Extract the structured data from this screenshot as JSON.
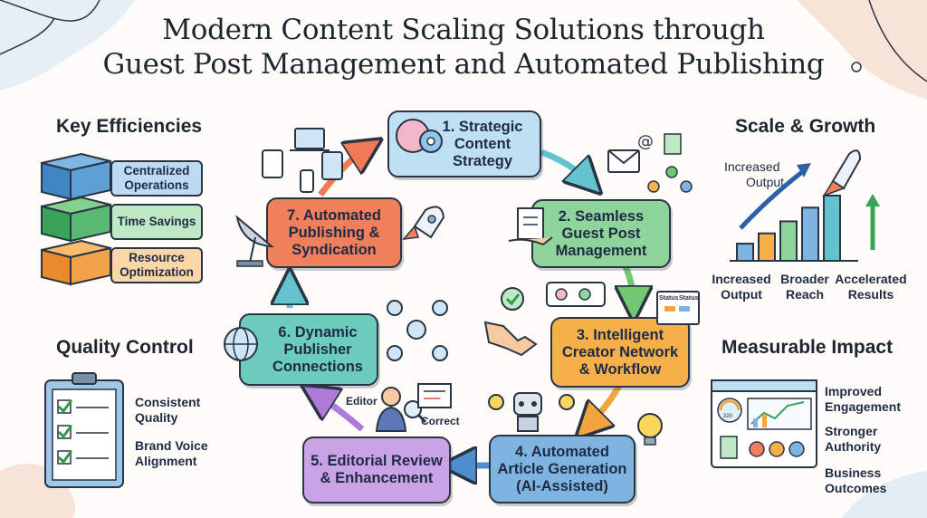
{
  "title": {
    "line1": "Modern Content Scaling Solutions through",
    "line2": "Guest Post Management and Automated Publishing"
  },
  "colors": {
    "blue": "#bfe0f2",
    "green": "#8fd49a",
    "orange": "#f6b04a",
    "dark_blue": "#7fb3e0",
    "purple": "#c9a3e6",
    "teal": "#6ccdbe",
    "coral": "#f07f5c",
    "arrow_teal": "#63c3cf"
  },
  "left": {
    "key_efficiencies": {
      "heading": "Key Efficiencies",
      "items": [
        "Centralized Operations",
        "Time Savings",
        "Resource Optimization"
      ]
    },
    "quality_control": {
      "heading": "Quality Control",
      "items": [
        "Consistent Quality",
        "Brand Voice Alignment"
      ]
    }
  },
  "cycle": {
    "steps": [
      {
        "lines": [
          "1. Strategic",
          "Content",
          "Strategy"
        ]
      },
      {
        "lines": [
          "2. Seamless",
          "Guest Post",
          "Management"
        ]
      },
      {
        "lines": [
          "3. Intelligent",
          "Creator Network",
          "& Workflow"
        ]
      },
      {
        "lines": [
          "4. Automated",
          "Article Generation",
          "(AI-Assisted)"
        ]
      },
      {
        "lines": [
          "5. Editorial Review",
          "& Enhancement"
        ]
      },
      {
        "lines": [
          "6. Dynamic",
          "Publisher",
          "Connections"
        ]
      },
      {
        "lines": [
          "7. Automated",
          "Publishing &",
          "Syndication"
        ]
      }
    ],
    "annotations": {
      "editor": "Editor",
      "correct": "Correct",
      "status1": "Status",
      "status2": "Status"
    }
  },
  "right": {
    "scale_growth": {
      "heading": "Scale & Growth",
      "chart_label": [
        "Increased",
        "Output"
      ],
      "chart_data": {
        "type": "bar",
        "values": [
          1,
          1.6,
          2.3,
          3.1,
          3.8
        ]
      },
      "items": [
        [
          "Increased",
          "Output"
        ],
        [
          "Broader",
          "Reach"
        ],
        [
          "Accelerated",
          "Results"
        ]
      ]
    },
    "measurable_impact": {
      "heading": "Measurable Impact",
      "items": [
        [
          "Improved",
          "Engagement"
        ],
        [
          "Stronger",
          "Authority"
        ],
        [
          "Business",
          "Outcomes"
        ]
      ],
      "dashboard_value": "320"
    }
  }
}
